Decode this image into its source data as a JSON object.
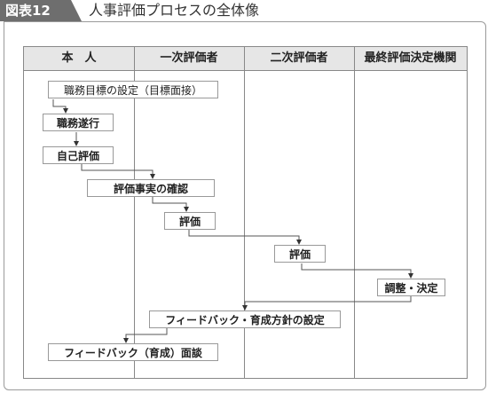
{
  "figure": {
    "label": "図表12",
    "title": "人事評価プロセスの全体像"
  },
  "columns": [
    {
      "label": "本　人"
    },
    {
      "label": "一次評価者"
    },
    {
      "label": "二次評価者"
    },
    {
      "label": "最終評価決定機関"
    }
  ],
  "steps": [
    {
      "label": "職務目標の設定（目標面接）"
    },
    {
      "label": "職務遂行"
    },
    {
      "label": "自己評価"
    },
    {
      "label": "評価事実の確認"
    },
    {
      "label": "評価"
    },
    {
      "label": "評価"
    },
    {
      "label": "調整・決定"
    },
    {
      "label": "フィードバック・育成方針の設定"
    },
    {
      "label": "フィードバック（育成）面談"
    }
  ]
}
